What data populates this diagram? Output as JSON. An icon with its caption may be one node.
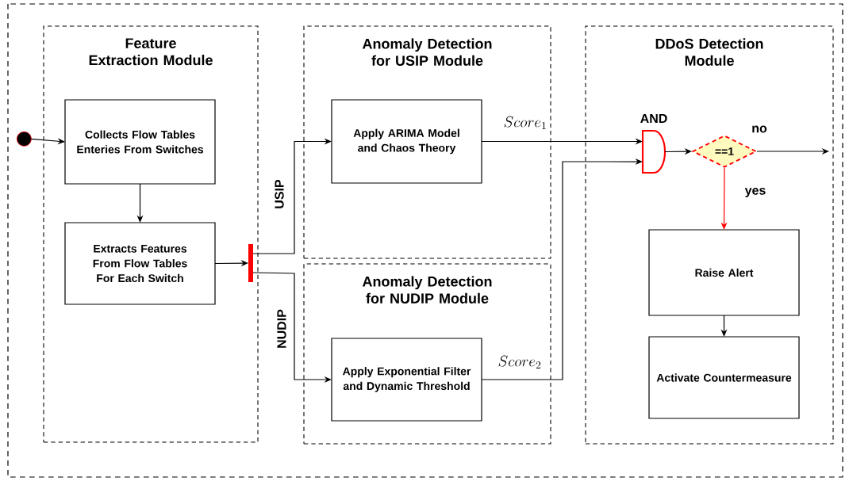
{
  "diagram": {
    "nodes": [
      {
        "text": [
          "Feature Extraction Module"
        ]
      },
      {
        "text": [
          "Collects Flow Tables Enteries From Switches"
        ],
        "in": 0
      },
      {
        "text": [
          "Extracts Features From Flow Tables For Each Switch"
        ],
        "in": 0
      },
      {
        "text": [
          "Anomaly Detection for USIP Module"
        ]
      },
      {
        "text": [
          "Apply ARIMA Model and Chaos Theory"
        ],
        "in": 3
      },
      {
        "text": [
          "Anomaly Detection for NUDIP Module"
        ]
      },
      {
        "text": [
          "Apply Exponential Filter and Dynamic Threshold"
        ],
        "in": 5
      },
      {
        "text": [
          "DDoS Detection Module"
        ]
      },
      {
        "text": [
          "AND"
        ],
        "in": 7
      },
      {
        "text": [
          "==1"
        ],
        "in": 7
      },
      {
        "text": [
          "Raise Alert"
        ],
        "in": 7
      },
      {
        "text": [
          "Activate Countermeasure"
        ],
        "in": 7
      },
      {
        "text": [],
        "shape": "circle"
      },
      {
        "text": [],
        "shape": "bar",
        "in": 0
      }
    ],
    "edges": [
      {
        "from": 12,
        "to": 1,
        "arrow": "to"
      },
      {
        "from": 1,
        "to": 2,
        "arrow": "to"
      },
      {
        "from": 2,
        "to": 13,
        "arrow": "to"
      },
      {
        "from": 13,
        "to": 4,
        "arrow": "to",
        "label": "USIP"
      },
      {
        "from": 13,
        "to": 6,
        "arrow": "to",
        "label": "NUDIP"
      },
      {
        "from": 4,
        "to": 8,
        "arrow": "to",
        "label": "Score_1"
      },
      {
        "from": 6,
        "to": 8,
        "arrow": "to",
        "label": "Score_2"
      },
      {
        "from": 8,
        "to": 9,
        "arrow": "to"
      },
      {
        "from": 9,
        "to": null,
        "arrow": "to",
        "label": "no"
      },
      {
        "from": 9,
        "to": 10,
        "arrow": "to",
        "label": "yes",
        "color": "#ff0000"
      },
      {
        "from": 10,
        "to": 11,
        "arrow": "to"
      }
    ]
  }
}
